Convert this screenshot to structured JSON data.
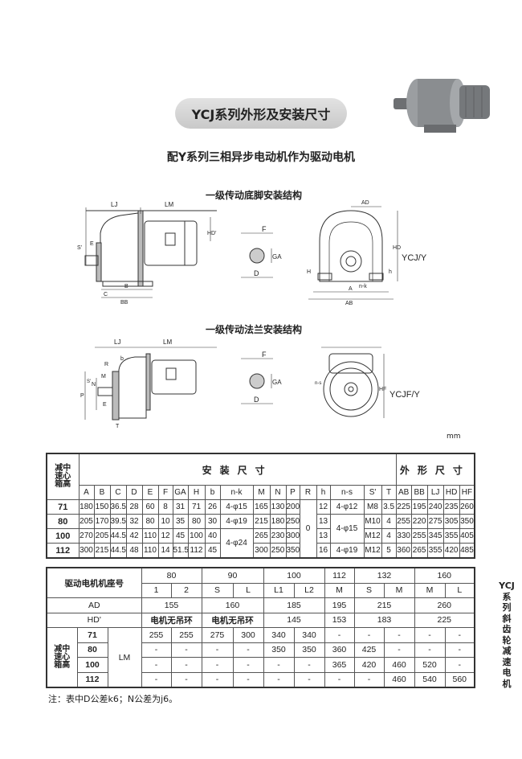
{
  "title": "YCJ系列外形及安装尺寸",
  "subtitle": "配Y系列三相异步电动机作为驱动电机",
  "section1_title": "一级传动底脚安装结构",
  "section2_title": "一级传动法兰安装结构",
  "drawing1": {
    "LJ": "LJ",
    "LM": "LM",
    "HD1": "HD'",
    "S1": "S'",
    "E": "E",
    "C": "C",
    "B": "B",
    "BB": "BB",
    "F": "F",
    "GA": "GA",
    "D": "D",
    "AD": "AD",
    "HD": "HD",
    "H": "H",
    "A": "A",
    "AB": "AB",
    "nk": "n-k",
    "h": "h",
    "model": "YCJ/Y"
  },
  "drawing2": {
    "LJ": "LJ",
    "LM": "LM",
    "b": "b",
    "R": "R",
    "P": "P",
    "N": "N",
    "M": "M",
    "S1": "S'",
    "E": "E",
    "F": "F",
    "GA": "GA",
    "D": "D",
    "ns": "n-s",
    "HF": "HF",
    "T": "T",
    "model": "YCJF/Y"
  },
  "unit": "mm",
  "table1": {
    "corner": [
      "减中",
      "速心",
      "箱高"
    ],
    "group_install": "安装尺寸",
    "group_outline": "外形尺寸",
    "columns": [
      "A",
      "B",
      "C",
      "D",
      "E",
      "F",
      "GA",
      "H",
      "b",
      "n-k",
      "M",
      "N",
      "P",
      "R",
      "h",
      "n-s",
      "S'",
      "T",
      "AB",
      "BB",
      "LJ",
      "HD",
      "HF"
    ],
    "rows": [
      {
        "height": "71",
        "values": [
          "180",
          "150",
          "36.5",
          "28",
          "60",
          "8",
          "31",
          "71",
          "26",
          "4-φ15",
          "165",
          "130",
          "200",
          "0",
          "12",
          "4-φ12",
          "M8",
          "3.5",
          "225",
          "195",
          "240",
          "235",
          "260"
        ]
      },
      {
        "height": "80",
        "values": [
          "205",
          "170",
          "39.5",
          "32",
          "80",
          "10",
          "35",
          "80",
          "30",
          "4-φ19",
          "215",
          "180",
          "250",
          null,
          "13",
          "4-φ15",
          "M10",
          "4",
          "255",
          "220",
          "275",
          "305",
          "350"
        ]
      },
      {
        "height": "100",
        "values": [
          "270",
          "205",
          "44.5",
          "42",
          "110",
          "12",
          "45",
          "100",
          "40",
          "4-φ24",
          "265",
          "230",
          "300",
          null,
          "13",
          null,
          "M12",
          "4",
          "330",
          "255",
          "345",
          "355",
          "405"
        ]
      },
      {
        "height": "112",
        "values": [
          "300",
          "215",
          "44.5",
          "48",
          "110",
          "14",
          "51.5",
          "112",
          "45",
          null,
          "300",
          "250",
          "350",
          null,
          "16",
          "4-φ19",
          "M12",
          "5",
          "360",
          "265",
          "355",
          "420",
          "485"
        ]
      }
    ]
  },
  "table2": {
    "frame_label": "驱动电机机座号",
    "ad_label": "AD",
    "hd_label": "HD'",
    "corner": [
      "减中",
      "速心",
      "箱高"
    ],
    "lm_label": "LM",
    "frames": [
      {
        "frame": "80",
        "variants": [
          "1",
          "2"
        ],
        "AD": "155",
        "HD": "电机无吊环"
      },
      {
        "frame": "90",
        "variants": [
          "S",
          "L"
        ],
        "AD": "160",
        "HD": "电机无吊环"
      },
      {
        "frame": "100",
        "variants": [
          "L1",
          "L2"
        ],
        "AD": "185",
        "HD": "145"
      },
      {
        "frame": "112",
        "variants": [
          "M"
        ],
        "AD": "195",
        "HD": "153"
      },
      {
        "frame": "132",
        "variants": [
          "S",
          "M"
        ],
        "AD": "215",
        "HD": "183"
      },
      {
        "frame": "160",
        "variants": [
          "M",
          "L"
        ],
        "AD": "260",
        "HD": "225"
      }
    ],
    "lm_rows": [
      {
        "height": "71",
        "values": [
          "255",
          "255",
          "275",
          "300",
          "340",
          "340",
          "-",
          "-",
          "-",
          "-",
          "-"
        ]
      },
      {
        "height": "80",
        "values": [
          "-",
          "-",
          "-",
          "-",
          "350",
          "350",
          "360",
          "425",
          "-",
          "-",
          "-"
        ]
      },
      {
        "height": "100",
        "values": [
          "-",
          "-",
          "-",
          "-",
          "-",
          "-",
          "365",
          "420",
          "460",
          "520",
          "-"
        ]
      },
      {
        "height": "112",
        "values": [
          "-",
          "-",
          "-",
          "-",
          "-",
          "-",
          "-",
          "-",
          "460",
          "540",
          "560"
        ]
      }
    ]
  },
  "side_label": [
    "YCJ",
    "系",
    "列",
    "斜",
    "齿",
    "轮",
    "减",
    "速",
    "电",
    "机"
  ],
  "note": "注：表中D公差k6；N公差为j6。"
}
